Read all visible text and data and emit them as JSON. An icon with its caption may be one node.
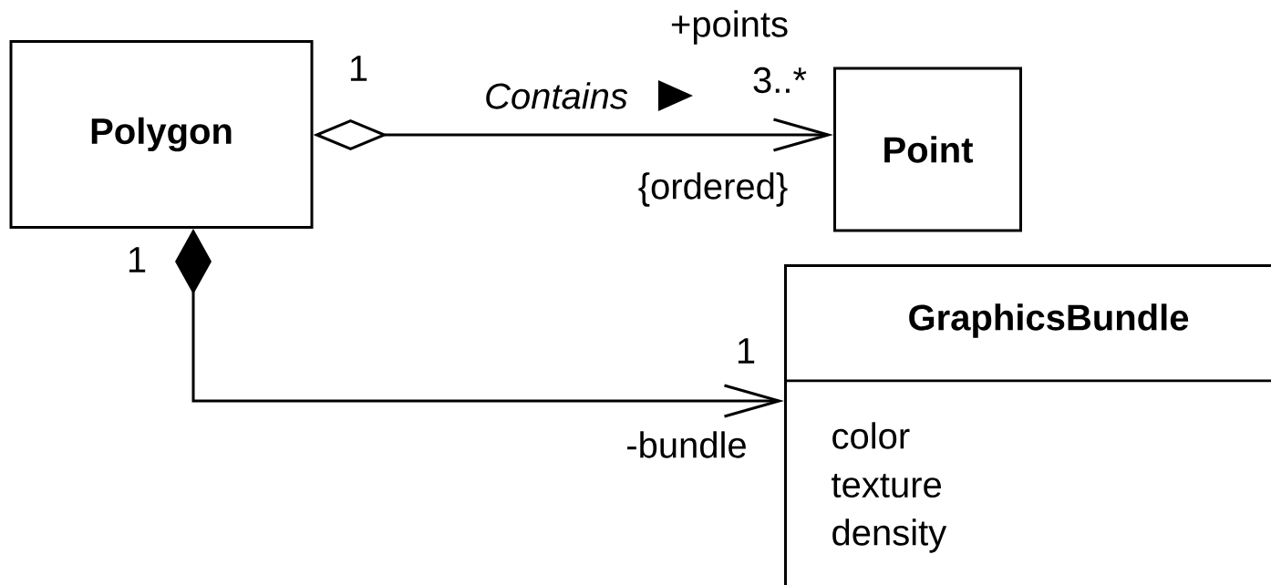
{
  "diagram": {
    "nodes": [
      {
        "text": [
          "Polygon"
        ]
      },
      {
        "text": [
          "Point"
        ]
      },
      {
        "text": [
          "GraphicsBundle",
          "color",
          "texture",
          "density"
        ]
      }
    ],
    "edges": [
      {
        "from": 0,
        "to": 1,
        "arrow": "to",
        "label": "Contains"
      },
      {
        "from": 0,
        "to": 2,
        "arrow": "to"
      }
    ],
    "labels": [
      "+points",
      "1",
      "3..*",
      "{ordered}",
      "1",
      "1",
      "-bundle"
    ]
  }
}
